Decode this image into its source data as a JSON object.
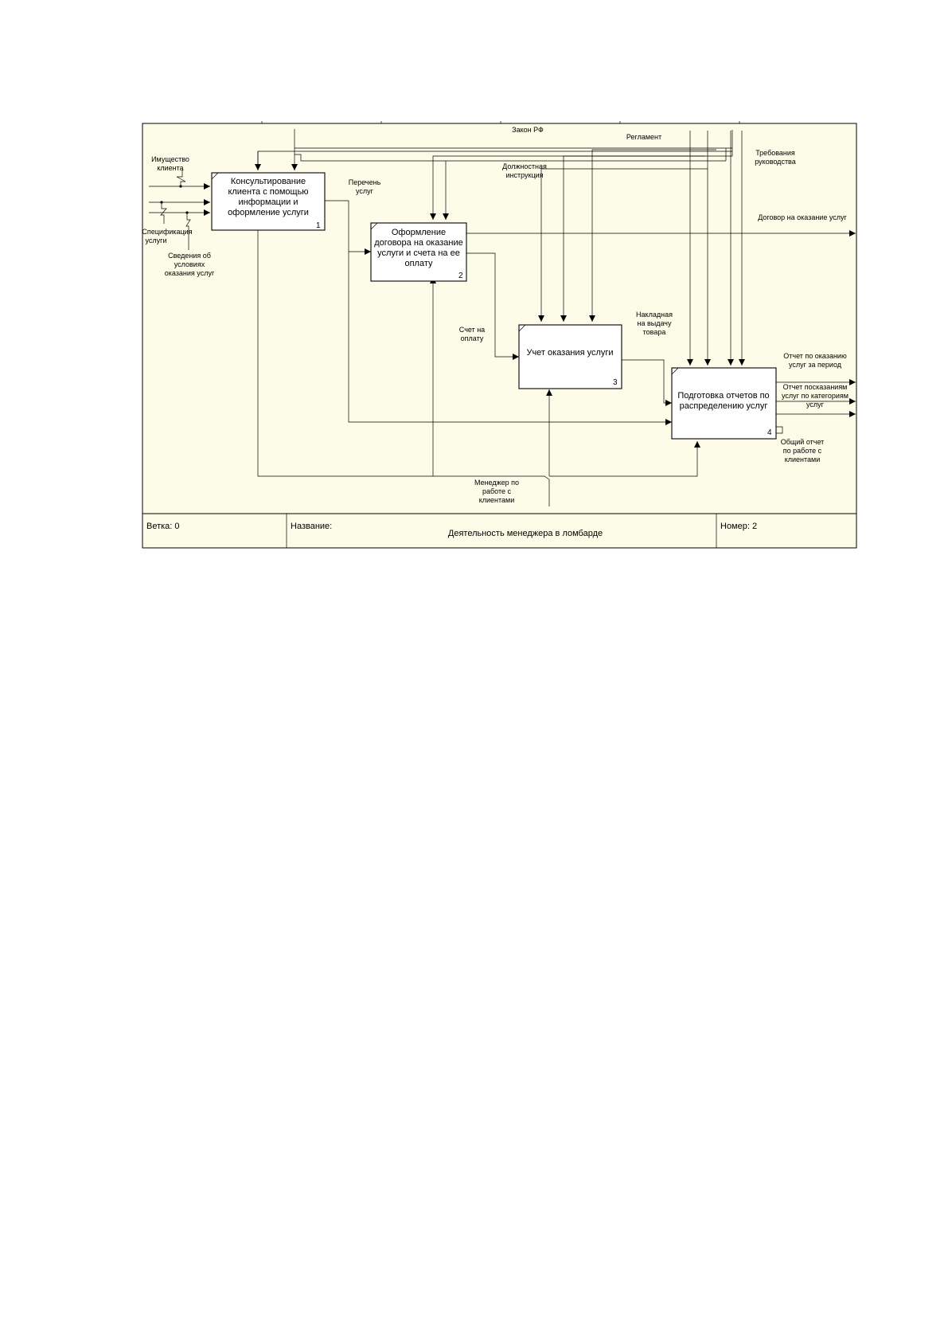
{
  "diagram": {
    "blocks": [
      {
        "id": 1,
        "number": "1",
        "lines": [
          "Консультирование",
          "клиента с помощью",
          "информации и",
          "оформление услуги"
        ]
      },
      {
        "id": 2,
        "number": "2",
        "lines": [
          "Оформление",
          "договора на оказание",
          "услуги и счета на ее",
          "оплату"
        ]
      },
      {
        "id": 3,
        "number": "3",
        "lines": [
          "Учет оказания услуги"
        ]
      },
      {
        "id": 4,
        "number": "4",
        "lines": [
          "Подготовка отчетов по",
          "распределению услуг"
        ]
      }
    ],
    "labels": {
      "imushchestvo": [
        "Имущество",
        "клиента"
      ],
      "spetsifikatsii": [
        "Спецификация",
        "услуги"
      ],
      "svedeniya": [
        "Сведения об",
        "условиях",
        "оказания услуг"
      ],
      "perechen": [
        "Перечень",
        "услуг"
      ],
      "zakon": [
        "Закон РФ"
      ],
      "reglament": [
        "Регламент"
      ],
      "trebovaniya": [
        "Требования",
        "руководства"
      ],
      "dolzhnostnaya": [
        "Должностная",
        "инструкция"
      ],
      "dogovor": [
        "Договор на оказание услуг"
      ],
      "schet": [
        "Счет на",
        "оплату"
      ],
      "nakladnaya": [
        "Накладная",
        "на выдачу",
        "товара"
      ],
      "otchet1": [
        "Отчет по оказанию",
        "услуг за период"
      ],
      "otchet2": [
        "Отчет посказаниям",
        "услуг по категориям",
        "услуг"
      ],
      "obshchiy": [
        "Общий отчет",
        "по работе с",
        "клиентами"
      ],
      "menedzher": [
        "Менеджер по",
        "работе с",
        "клиентами"
      ]
    },
    "footer": {
      "branch": "Ветка: 0",
      "name_label": "Название:",
      "title": "Деятельность менеджера в ломбарде",
      "number": "Номер: 2"
    },
    "colors": {
      "background": "#fdfce9",
      "box": "#ffffff",
      "line": "#000000"
    }
  }
}
